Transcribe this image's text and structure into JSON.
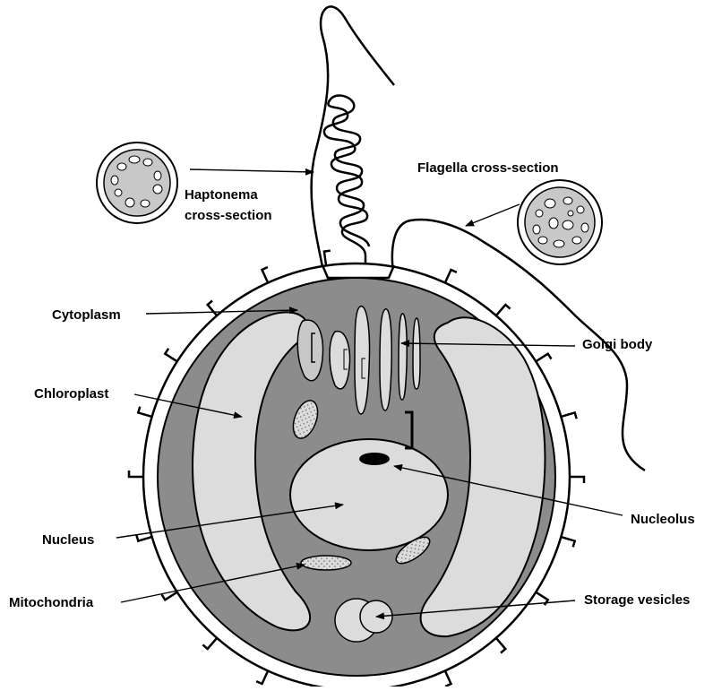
{
  "labels": {
    "haptonema": [
      "Haptonema",
      "cross-section"
    ],
    "flagella": "Flagella cross-section",
    "cytoplasm": "Cytoplasm",
    "golgi": "Golgi body",
    "chloroplast": "Chloroplast",
    "nucleolus": "Nucleolus",
    "nucleus": "Nucleus",
    "mitochondria": "Mitochondria",
    "storage": "Storage vesicles"
  },
  "colors": {
    "background": "#ffffff",
    "outline": "#000000",
    "cytoplasm": "#8c8c8c",
    "organelle": "#dcdcdc",
    "inner_gray": "#c8c8c8"
  }
}
